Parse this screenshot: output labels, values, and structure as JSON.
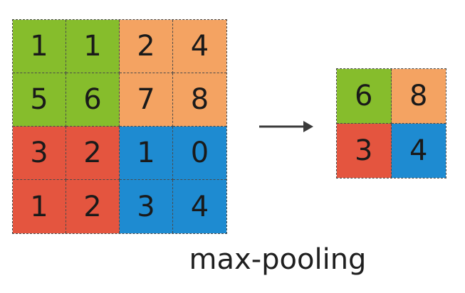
{
  "colors": {
    "green": "#86bd2c",
    "orange": "#f4a362",
    "red": "#e4553f",
    "blue": "#1e8bd1"
  },
  "input_grid": [
    {
      "value": "1",
      "color": "green"
    },
    {
      "value": "1",
      "color": "green"
    },
    {
      "value": "2",
      "color": "orange"
    },
    {
      "value": "4",
      "color": "orange"
    },
    {
      "value": "5",
      "color": "green"
    },
    {
      "value": "6",
      "color": "green"
    },
    {
      "value": "7",
      "color": "orange"
    },
    {
      "value": "8",
      "color": "orange"
    },
    {
      "value": "3",
      "color": "red"
    },
    {
      "value": "2",
      "color": "red"
    },
    {
      "value": "1",
      "color": "blue"
    },
    {
      "value": "0",
      "color": "blue"
    },
    {
      "value": "1",
      "color": "red"
    },
    {
      "value": "2",
      "color": "red"
    },
    {
      "value": "3",
      "color": "blue"
    },
    {
      "value": "4",
      "color": "blue"
    }
  ],
  "output_grid": [
    {
      "value": "6",
      "color": "green"
    },
    {
      "value": "8",
      "color": "orange"
    },
    {
      "value": "3",
      "color": "red"
    },
    {
      "value": "4",
      "color": "blue"
    }
  ],
  "arrow_icon": "right-arrow-icon",
  "caption": "max-pooling"
}
